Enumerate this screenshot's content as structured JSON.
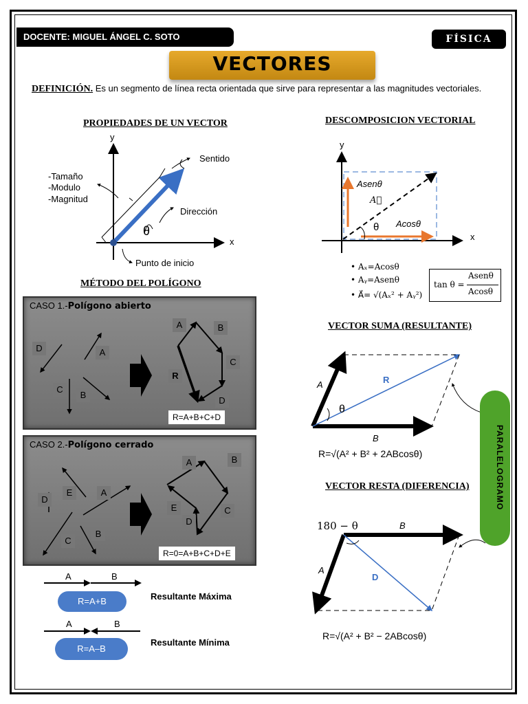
{
  "header": {
    "docente": "DOCENTE: MIGUEL ÁNGEL C. SOTO",
    "subject": "FÍSICA",
    "title": "VECTORES"
  },
  "definition": {
    "label": "DEFINICIÓN.",
    "text": "Es un segmento de línea recta orientada que sirve para representar a las magnitudes vectoriales."
  },
  "properties": {
    "heading": "PROPIEDADES DE UN VECTOR",
    "y": "y",
    "x": "x",
    "sentido": "Sentido",
    "tamano": "-Tamaño",
    "modulo": "-Modulo",
    "magnitud": "-Magnitud",
    "direccion": "Dirección",
    "theta": "θ",
    "punto": "Punto de inicio"
  },
  "decomposition": {
    "heading": "DESCOMPOSICION VECTORIAL",
    "y": "y",
    "x": "x",
    "asen": "Asenθ",
    "acos": "Acosθ",
    "a_vec": "A⃗",
    "theta": "θ",
    "ax": "• Aₓ=Acosθ",
    "ay": "• Aᵧ=Asenθ",
    "mag": "• A⃗= √(Aₓ² + Aᵧ²)",
    "tan_label": "tan θ =",
    "tan_num": "Asenθ",
    "tan_den": "Acosθ"
  },
  "polygon": {
    "heading": "MÉTODO DEL POLÍGONO",
    "case1_prefix": "CASO 1.-",
    "case1_name": "Polígono abierto",
    "case1_result": "R=A+B+C+D",
    "case2_prefix": "CASO 2.-",
    "case2_name": "Polígono cerrado",
    "case2_result": "R=0=A+B+C+D+E",
    "labels": {
      "A": "A",
      "B": "B",
      "C": "C",
      "D": "D",
      "E": "E",
      "R": "R"
    }
  },
  "resultants": {
    "a": "A",
    "b": "B",
    "max_formula": "R=A+B",
    "max_label": "Resultante Máxima",
    "min_formula": "R=A–B",
    "min_label": "Resultante Mínima"
  },
  "suma": {
    "heading": "VECTOR SUMA",
    "heading_suffix": "(RESULTANTE)",
    "a": "A",
    "b": "B",
    "r": "R",
    "theta": "θ",
    "formula": "R=√(A² + B² + 2ABcosθ)"
  },
  "resta": {
    "heading": "VECTOR RESTA",
    "heading_suffix": "(DIFERENCIA)",
    "angle": "180 − θ",
    "a": "A",
    "b": "B",
    "d": "D",
    "formula": "R=√(A² + B² − 2ABcosθ)"
  },
  "paralelogramo": "PARALELOGRAMO",
  "colors": {
    "blue": "#3a6fc4",
    "orange": "#e8772e",
    "gold": "#d79b1d",
    "green": "#4fa32a"
  }
}
